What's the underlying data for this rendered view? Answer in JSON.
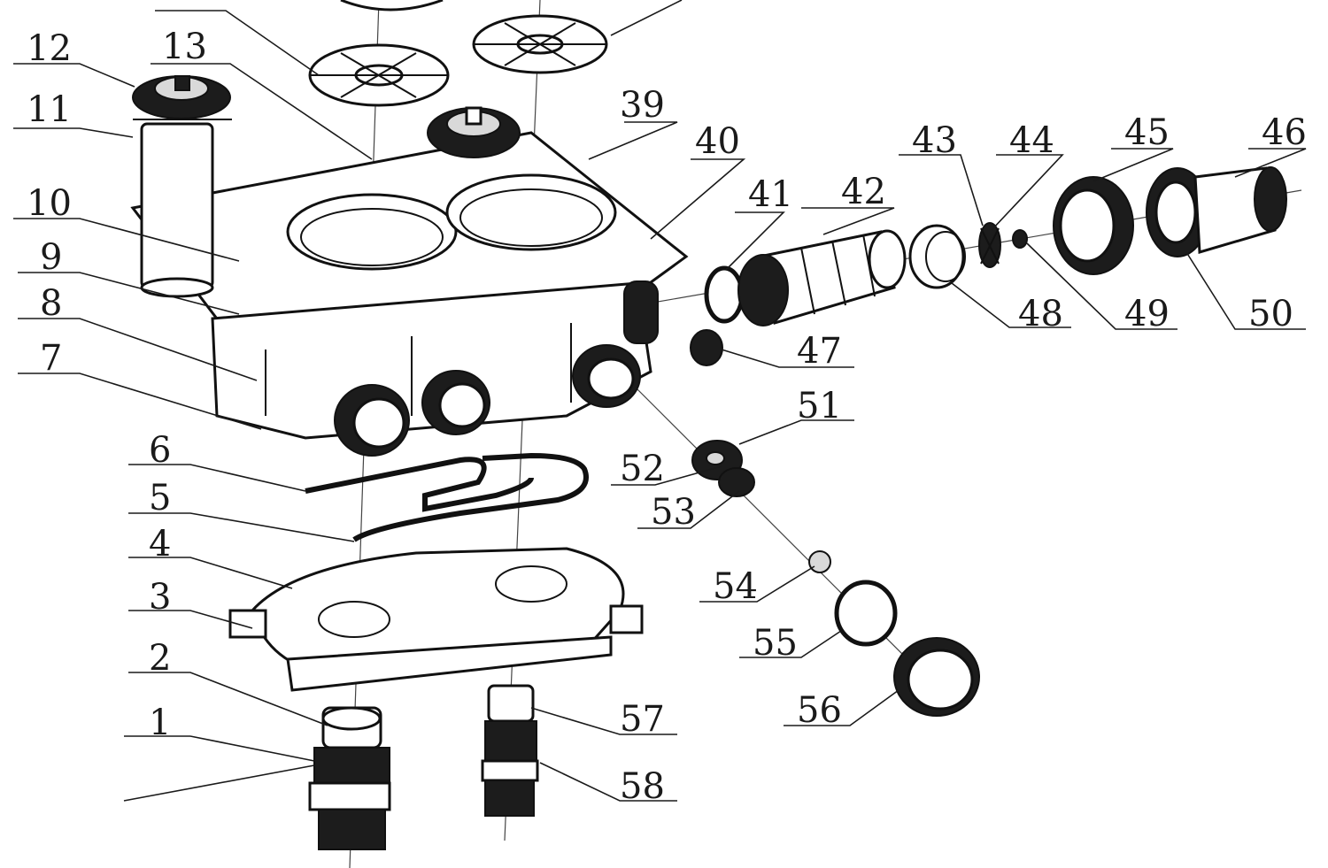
{
  "labels": {
    "l1": "1",
    "l2": "2",
    "l3": "3",
    "l4": "4",
    "l5": "5",
    "l6": "6",
    "l7": "7",
    "l8": "8",
    "l9": "9",
    "l10": "10",
    "l11": "11",
    "l12": "12",
    "l13": "13",
    "l39": "39",
    "l40": "40",
    "l41": "41",
    "l42": "42",
    "l43": "43",
    "l44": "44",
    "l45": "45",
    "l46": "46",
    "l47": "47",
    "l48": "48",
    "l49": "49",
    "l50": "50",
    "l51": "51",
    "l52": "52",
    "l53": "53",
    "l54": "54",
    "l55": "55",
    "l56": "56",
    "l57": "57",
    "l58": "58"
  }
}
